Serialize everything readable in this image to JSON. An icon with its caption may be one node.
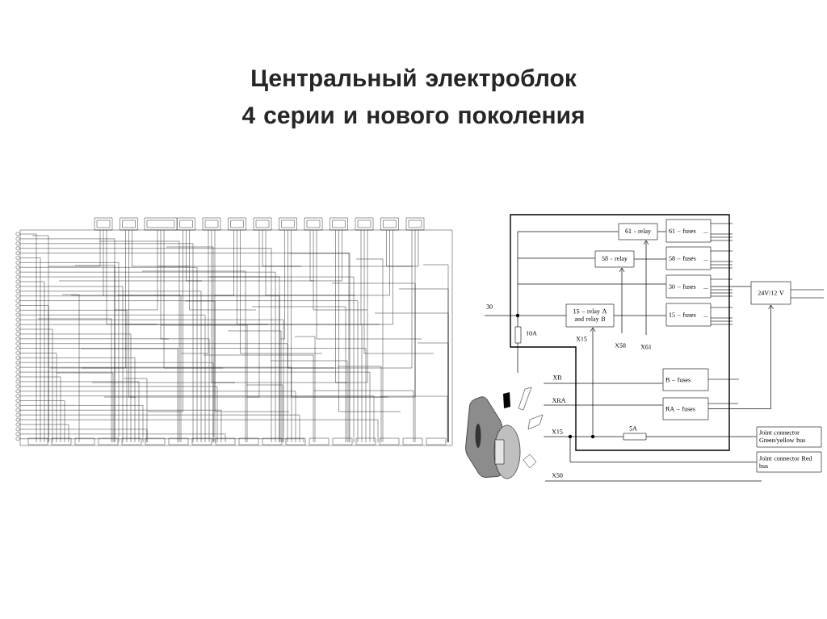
{
  "diagram": {
    "title": "Центральный электроблок 4 серии и нового поколения",
    "nodes": [
      {
        "text": [
          "61 - relay"
        ]
      },
      {
        "text": [
          "61 – fuses",
          "..."
        ]
      },
      {
        "text": [
          "58 - relay"
        ]
      },
      {
        "text": [
          "58 – fuses",
          "..."
        ]
      },
      {
        "text": [
          "30 – fuses",
          "..."
        ]
      },
      {
        "text": [
          "24V/12 V"
        ]
      },
      {
        "text": [
          "15 – relay A and relay B"
        ]
      },
      {
        "text": [
          "15 – fuses",
          "..."
        ]
      },
      {
        "text": [
          "B – fuses"
        ]
      },
      {
        "text": [
          "RA – fuses"
        ]
      },
      {
        "text": [
          "Joint connector Green/yellow bus"
        ]
      },
      {
        "text": [
          "Joint connector Red bus"
        ]
      },
      {
        "text": [],
        "shape": "picture"
      },
      {
        "text": [],
        "shape": "circle"
      },
      {
        "text": [],
        "shape": "circle"
      },
      {
        "text": [],
        "shape": "circle"
      }
    ],
    "edges": [
      {
        "from": null,
        "to": 0,
        "arrow": "none"
      },
      {
        "from": 0,
        "to": 1,
        "arrow": "none"
      },
      {
        "from": null,
        "to": 2,
        "arrow": "none"
      },
      {
        "from": 2,
        "to": 3,
        "arrow": "none"
      },
      {
        "from": null,
        "to": 4,
        "arrow": "none"
      },
      {
        "from": 4,
        "to": 5,
        "arrow": "none"
      },
      {
        "from": 13,
        "to": 6,
        "arrow": "none"
      },
      {
        "from": 6,
        "to": 7,
        "arrow": "none"
      },
      {
        "from": 15,
        "to": 6,
        "arrow": "to",
        "label": "X15"
      },
      {
        "from": null,
        "to": 2,
        "arrow": "to",
        "label": "X58"
      },
      {
        "from": null,
        "to": 0,
        "arrow": "to",
        "label": "X61"
      },
      {
        "from": 9,
        "to": 5,
        "arrow": "to"
      },
      {
        "from": 12,
        "to": 8,
        "arrow": "none",
        "label": "XB"
      },
      {
        "from": 12,
        "to": 9,
        "arrow": "none",
        "label": "XRA"
      },
      {
        "from": 12,
        "to": 10,
        "arrow": "none",
        "label": "X15"
      },
      {
        "from": 14,
        "to": 11,
        "arrow": "none"
      }
    ],
    "labels": [
      "30",
      "10A",
      "5A",
      "X50"
    ]
  }
}
